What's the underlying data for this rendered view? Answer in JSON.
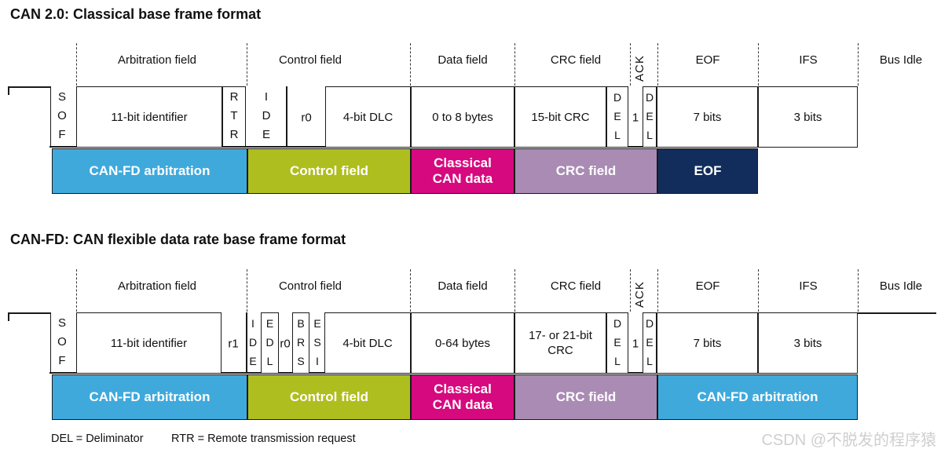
{
  "diagrams": {
    "can20": {
      "title": "CAN 2.0: Classical base frame format",
      "labels": {
        "arbitration": "Arbitration field",
        "control": "Control field",
        "data": "Data field",
        "crc": "CRC field",
        "ack": "ACK",
        "eof": "EOF",
        "ifs": "IFS",
        "bus_idle": "Bus Idle"
      },
      "wave": {
        "sof": "S\nO\nF",
        "identifier": "11-bit identifier",
        "rtr": "R\nT\nR",
        "ide": "I\nD\nE",
        "r0": "r0",
        "dlc": "4-bit DLC",
        "data": "0 to 8 bytes",
        "crc": "15-bit CRC",
        "crc_del": "D\nE\nL",
        "ack_slot": "1",
        "ack_del": "D\nE\nL",
        "eof": "7 bits",
        "ifs": "3 bits"
      },
      "bands": {
        "arbitration": "CAN-FD arbitration",
        "control": "Control field",
        "data": "Classical\nCAN data",
        "crc": "CRC field",
        "eof": "EOF"
      }
    },
    "canfd": {
      "title": "CAN-FD: CAN flexible data rate base frame format",
      "labels": {
        "arbitration": "Arbitration field",
        "control": "Control field",
        "data": "Data field",
        "crc": "CRC field",
        "ack": "ACK",
        "eof": "EOF",
        "ifs": "IFS",
        "bus_idle": "Bus Idle"
      },
      "wave": {
        "sof": "S\nO\nF",
        "identifier": "11-bit identifier",
        "r1": "r1",
        "ide": "I\nD\nE",
        "edl": "E\nD\nL",
        "r0": "r0",
        "brs": "B\nR\nS",
        "esi": "E\nS\nI",
        "dlc": "4-bit DLC",
        "data": "0-64 bytes",
        "crc": "17- or 21-bit\nCRC",
        "crc_del": "D\nE\nL",
        "ack_slot": "1",
        "ack_del": "D\nE\nL",
        "eof": "7 bits",
        "ifs": "3 bits"
      },
      "bands": {
        "arbitration": "CAN-FD arbitration",
        "control": "Control field",
        "data": "Classical\nCAN data",
        "crc": "CRC field",
        "eof": "CAN-FD arbitration"
      }
    }
  },
  "footnote": {
    "del": "DEL = Deliminator",
    "rtr": "RTR = Remote transmission request"
  },
  "watermark": "CSDN @不脱发的程序猿",
  "colors": {
    "arbitration_blue": "#3FA9DC",
    "control_green": "#AFBE1F",
    "data_magenta": "#D6097E",
    "crc_purple": "#A98BB4",
    "eof_navy": "#122D5C"
  }
}
